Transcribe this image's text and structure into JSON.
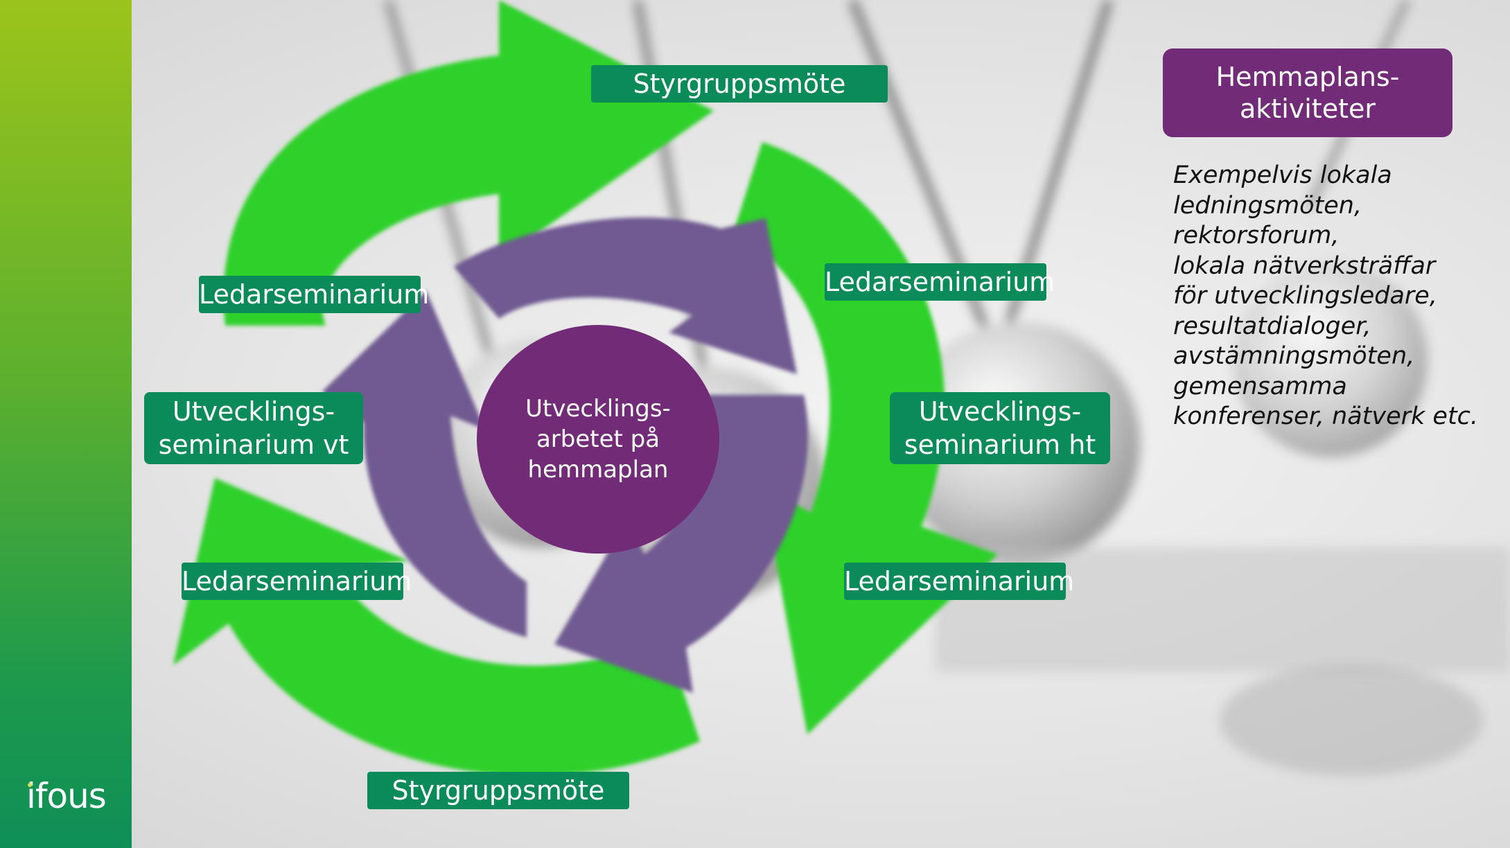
{
  "colors": {
    "sidebar_top": "#9bc41b",
    "sidebar_bottom": "#0e8f57",
    "green_arrows": "#2fd02a",
    "purple_arrows": "#6f5a91",
    "label_bg": "#0b8a5a",
    "accent_purple": "#722b76"
  },
  "logo": {
    "text": "ifous"
  },
  "cycle_labels": {
    "styrgrupp_top": "Styrgruppsmöte",
    "styrgrupp_bottom": "Styrgruppsmöte",
    "ledar_top_left": "Ledarseminarium",
    "ledar_top_right": "Ledarseminarium",
    "ledar_bottom_left": "Ledarseminarium",
    "ledar_bottom_right": "Ledarseminarium",
    "utv_vt": {
      "line1": "Utvecklings-",
      "line2": "seminarium vt"
    },
    "utv_ht": {
      "line1": "Utvecklings-",
      "line2": "seminarium ht"
    }
  },
  "center": {
    "line1": "Utvecklings-",
    "line2": "arbetet på",
    "line3": "hemmaplan"
  },
  "hemmaplan": {
    "title_line1": "Hemmaplans-",
    "title_line2": "aktiviteter",
    "examples": [
      "Exempelvis lokala",
      "ledningsmöten,",
      "rektorsforum,",
      "lokala nätverksträffar",
      "för utvecklingsledare,",
      "resultatdialoger,",
      "avstämningsmöten,",
      "gemensamma",
      "konferenser, nätverk etc."
    ]
  }
}
